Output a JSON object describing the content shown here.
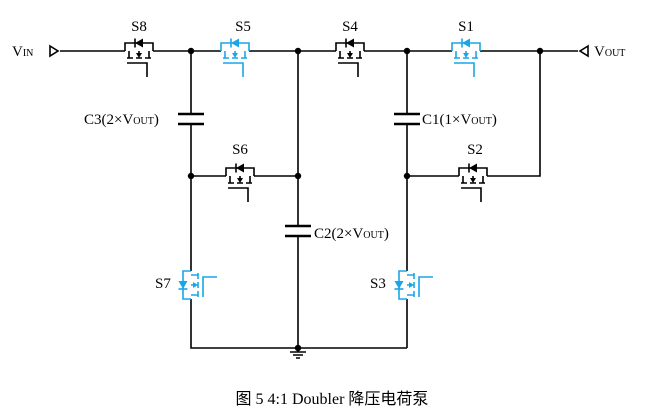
{
  "colors": {
    "wire": "#000000",
    "highlight_switch": "#1aa6e6"
  },
  "labels": {
    "vin": "V",
    "vin_sub": "IN",
    "vout": "V",
    "vout_sub": "OUT",
    "s8": "S8",
    "s5": "S5",
    "s4": "S4",
    "s1": "S1",
    "s6": "S6",
    "s2": "S2",
    "s7": "S7",
    "s3": "S3",
    "c3_pre": "C3(2×V",
    "c3_sub": "OUT",
    "c3_post": ")",
    "c1_pre": "C1(1×V",
    "c1_sub": "OUT",
    "c1_post": ")",
    "c2_pre": "C2(2×V",
    "c2_sub": "OUT",
    "c2_post": ")"
  },
  "caption": "图 5 4:1 Doubler 降压电荷泵"
}
